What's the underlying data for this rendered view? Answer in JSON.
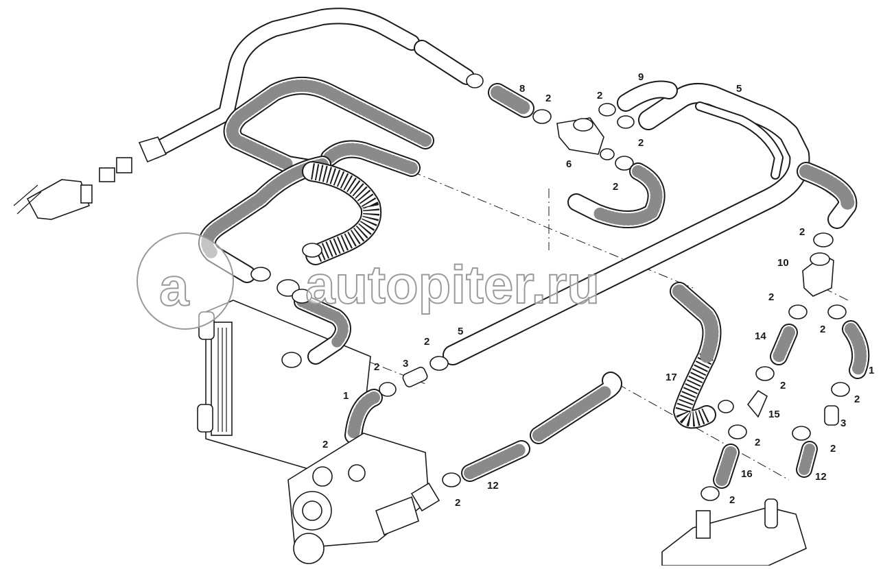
{
  "watermark": {
    "text": "autopiter.ru",
    "logo_letter": "a"
  },
  "callouts": [
    {
      "id": "c1",
      "text": "8"
    },
    {
      "id": "c2",
      "text": "2"
    },
    {
      "id": "c3",
      "text": "2"
    },
    {
      "id": "c4",
      "text": "9"
    },
    {
      "id": "c5",
      "text": "5"
    },
    {
      "id": "c6",
      "text": "2"
    },
    {
      "id": "c7",
      "text": "6"
    },
    {
      "id": "c8",
      "text": "2"
    },
    {
      "id": "c9",
      "text": "2"
    },
    {
      "id": "c10",
      "text": "10"
    },
    {
      "id": "c11",
      "text": "2"
    },
    {
      "id": "c12",
      "text": "14"
    },
    {
      "id": "c13",
      "text": "2"
    },
    {
      "id": "c14",
      "text": "1"
    },
    {
      "id": "c15",
      "text": "2"
    },
    {
      "id": "c16",
      "text": "2"
    },
    {
      "id": "c17",
      "text": "15"
    },
    {
      "id": "c18",
      "text": "3"
    },
    {
      "id": "c19",
      "text": "2"
    },
    {
      "id": "c20",
      "text": "12"
    },
    {
      "id": "c21",
      "text": "17"
    },
    {
      "id": "c22",
      "text": "2"
    },
    {
      "id": "c23",
      "text": "16"
    },
    {
      "id": "c24",
      "text": "2"
    },
    {
      "id": "c25",
      "text": "5"
    },
    {
      "id": "c26",
      "text": "2"
    },
    {
      "id": "c27",
      "text": "2"
    },
    {
      "id": "c28",
      "text": "3"
    },
    {
      "id": "c29",
      "text": "1"
    },
    {
      "id": "c30",
      "text": "2"
    },
    {
      "id": "c31",
      "text": "12"
    },
    {
      "id": "c32",
      "text": "2"
    }
  ]
}
